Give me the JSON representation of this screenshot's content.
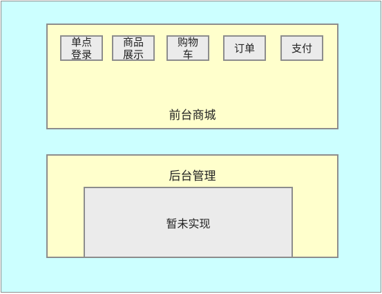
{
  "front_panel": {
    "title": "前台商城",
    "modules": [
      {
        "line1": "单点",
        "line2": "登录"
      },
      {
        "line1": "商品",
        "line2": "展示"
      },
      {
        "line1": "购物",
        "line2": "车"
      },
      {
        "line1": "订单",
        "line2": ""
      },
      {
        "line1": "支付",
        "line2": ""
      }
    ]
  },
  "back_panel": {
    "title": "后台管理",
    "placeholder": "暂未实现"
  },
  "colors": {
    "canvas_bg": "#ccffff",
    "panel_bg": "#ffffcc",
    "module_bg": "#ebebeb",
    "border": "#8c8c8c"
  }
}
